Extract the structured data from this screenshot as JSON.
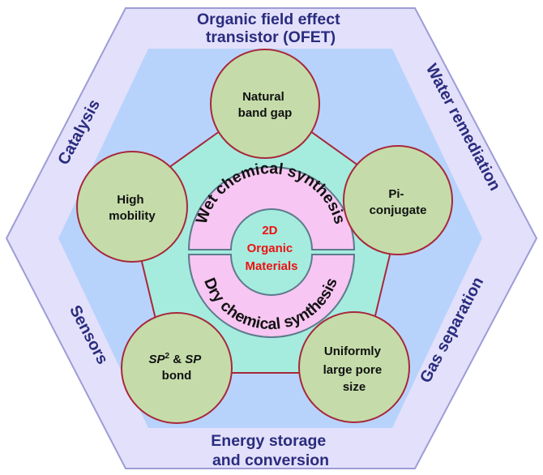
{
  "applications": {
    "top": [
      "Organic field effect",
      "transistor (OFET)"
    ],
    "bottom": [
      "Energy storage",
      "and conversion"
    ],
    "upper_left": "Catalysis",
    "lower_left": "Sensors",
    "upper_right": "Water remediation",
    "lower_right": "Gas separation"
  },
  "properties": {
    "top": [
      "Natural",
      "band gap"
    ],
    "left": [
      "High",
      "mobility"
    ],
    "right": [
      "Pi-",
      "conjugate"
    ],
    "bottom_left": {
      "sp2": "SP",
      "sup": "2",
      "amp": " & ",
      "sp": "SP",
      "bond": "bond"
    },
    "bottom_right": [
      "Uniformly",
      "large pore",
      "size"
    ]
  },
  "synthesis": {
    "wet": "Wet chemical synthesis",
    "dry": "Dry chemical synthesis"
  },
  "center": [
    "2D",
    "Organic",
    "Materials"
  ],
  "colors": {
    "hexagon_fill": "#e3e0fb",
    "hexagon_stroke": "#9d9cd6",
    "inner_hexagon_fill": "#b8d3fb",
    "pentagon_fill": "#a5ecdf",
    "pentagon_stroke": "#a8283a",
    "circle_fill": "#c5dcaa",
    "circle_stroke": "#a8283a",
    "ring_fill": "#f7c6f2",
    "ring_stroke": "#5d7a8c",
    "center_fill": "#a5ecdf",
    "center_text": "#ee1111",
    "application_text": "#2a2c7e"
  }
}
